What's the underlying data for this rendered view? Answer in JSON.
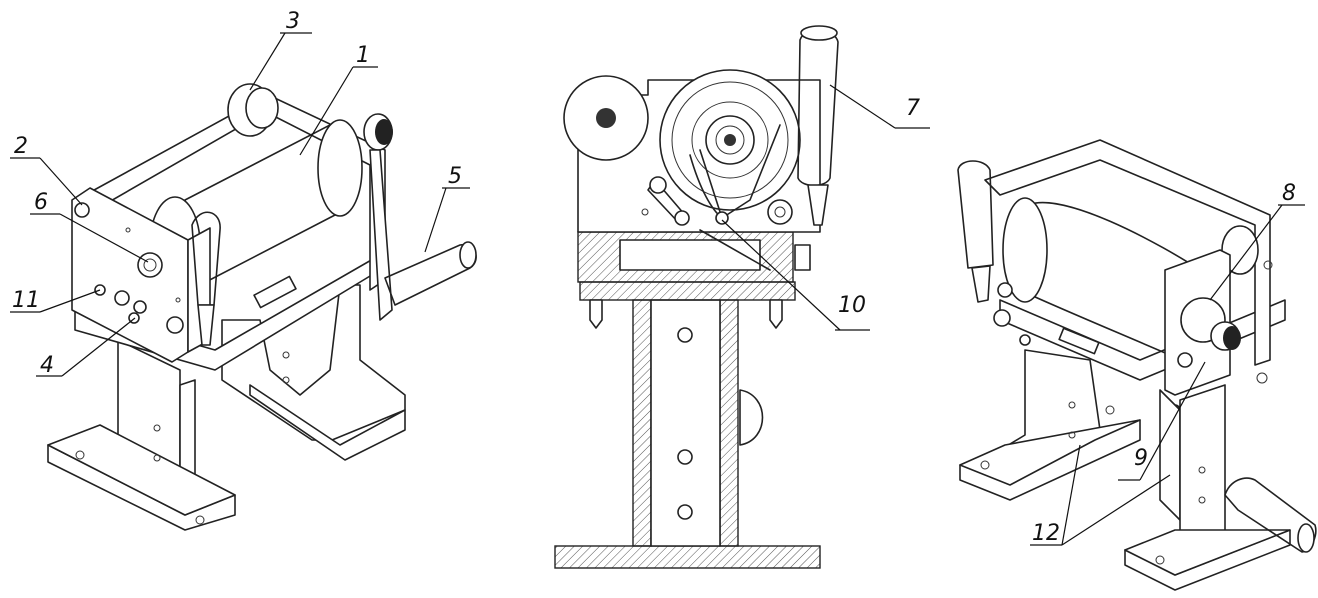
{
  "labels": {
    "l1": "1",
    "l2": "2",
    "l3": "3",
    "l4": "4",
    "l5": "5",
    "l6": "6",
    "l7": "7",
    "l8": "8",
    "l9": "9",
    "l10": "10",
    "l11": "11",
    "l12": "12"
  },
  "colors": {
    "line": "#222222",
    "background": "#ffffff"
  }
}
